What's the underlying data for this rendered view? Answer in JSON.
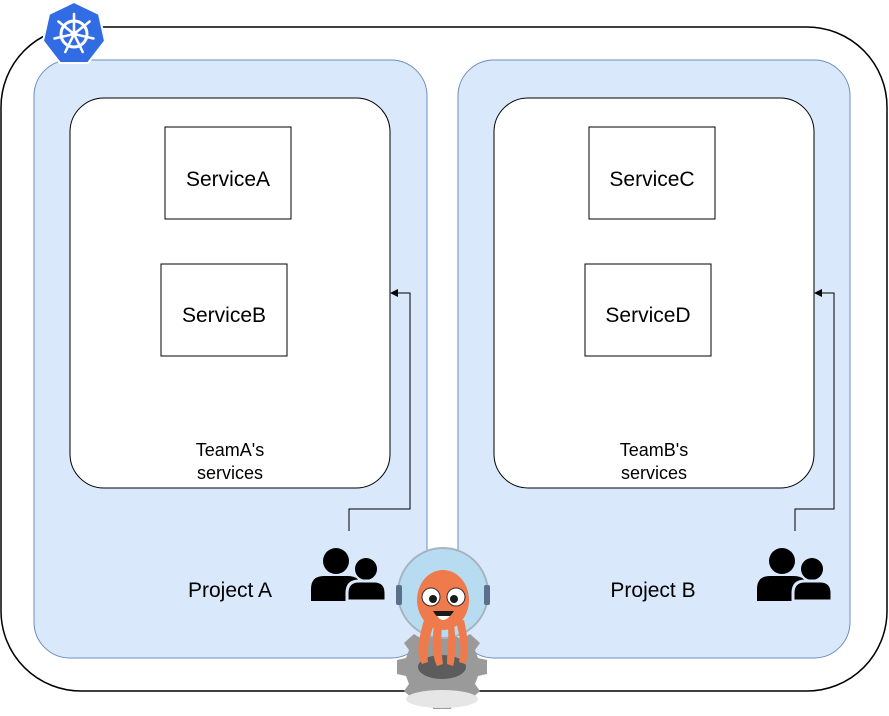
{
  "cluster": {
    "icon": "kubernetes-icon",
    "colors": {
      "cluster_blue": "#326ce5",
      "project_fill": "#dae8fc",
      "project_stroke": "#6c8ebf"
    }
  },
  "projects": [
    {
      "label": "Project A",
      "team": {
        "line1": "TeamA's",
        "line2": "services"
      },
      "services": [
        "ServiceA",
        "ServiceB"
      ],
      "users_icon": "users-icon"
    },
    {
      "label": "Project B",
      "team": {
        "line1": "TeamB's",
        "line2": "services"
      },
      "services": [
        "ServiceC",
        "ServiceD"
      ],
      "users_icon": "users-icon"
    }
  ],
  "mascot": {
    "icon": "argo-octopus-icon",
    "colors": {
      "body": "#ef7b4d",
      "helmet": "#b7dcf2",
      "gear": "#9a9a9a"
    }
  }
}
